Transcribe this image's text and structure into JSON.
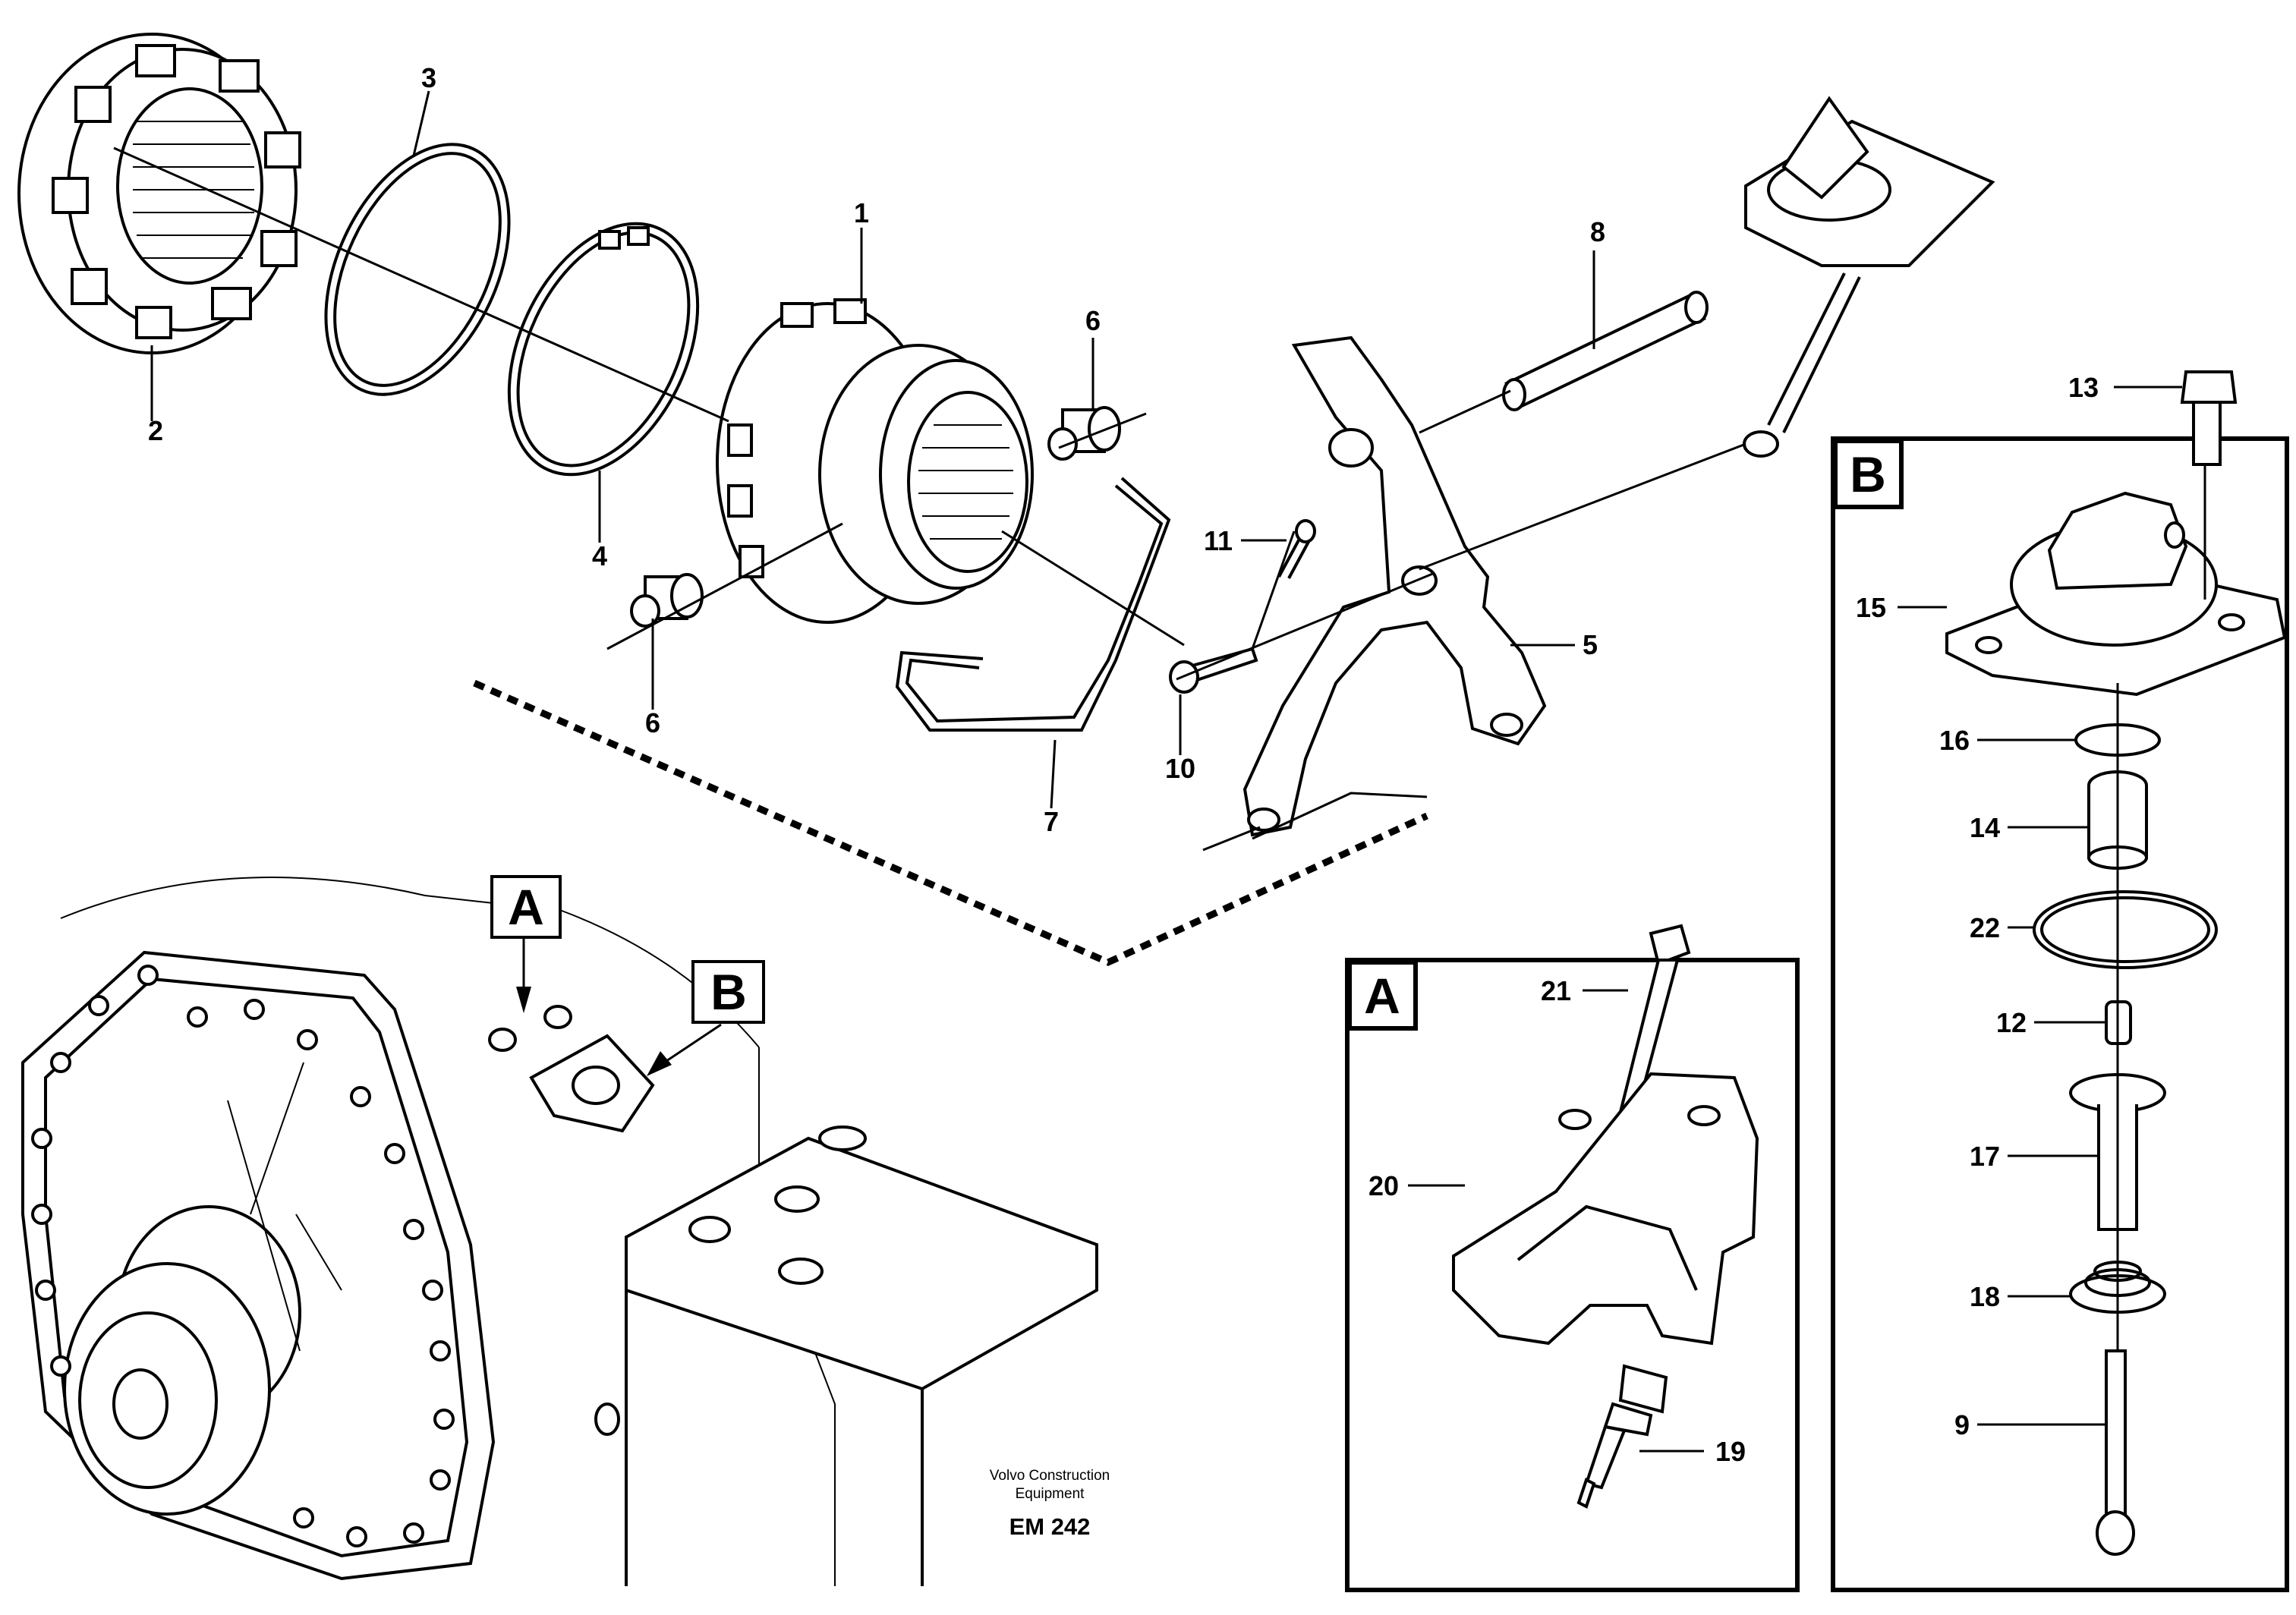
{
  "callouts": {
    "c1": "1",
    "c2": "2",
    "c3": "3",
    "c4": "4",
    "c5": "5",
    "c6a": "6",
    "c6b": "6",
    "c7": "7",
    "c8": "8",
    "c9": "9",
    "c10": "10",
    "c11": "11",
    "c12": "12",
    "c13": "13",
    "c14": "14",
    "c15": "15",
    "c16": "16",
    "c17": "17",
    "c18": "18",
    "c19": "19",
    "c20": "20",
    "c21": "21",
    "c22": "22"
  },
  "detail_labels": {
    "a_overview": "A",
    "b_overview": "B",
    "a_box": "A",
    "b_box": "B"
  },
  "footer": {
    "line1": "Volvo Construction",
    "line2": "Equipment",
    "code": "EM 242"
  }
}
